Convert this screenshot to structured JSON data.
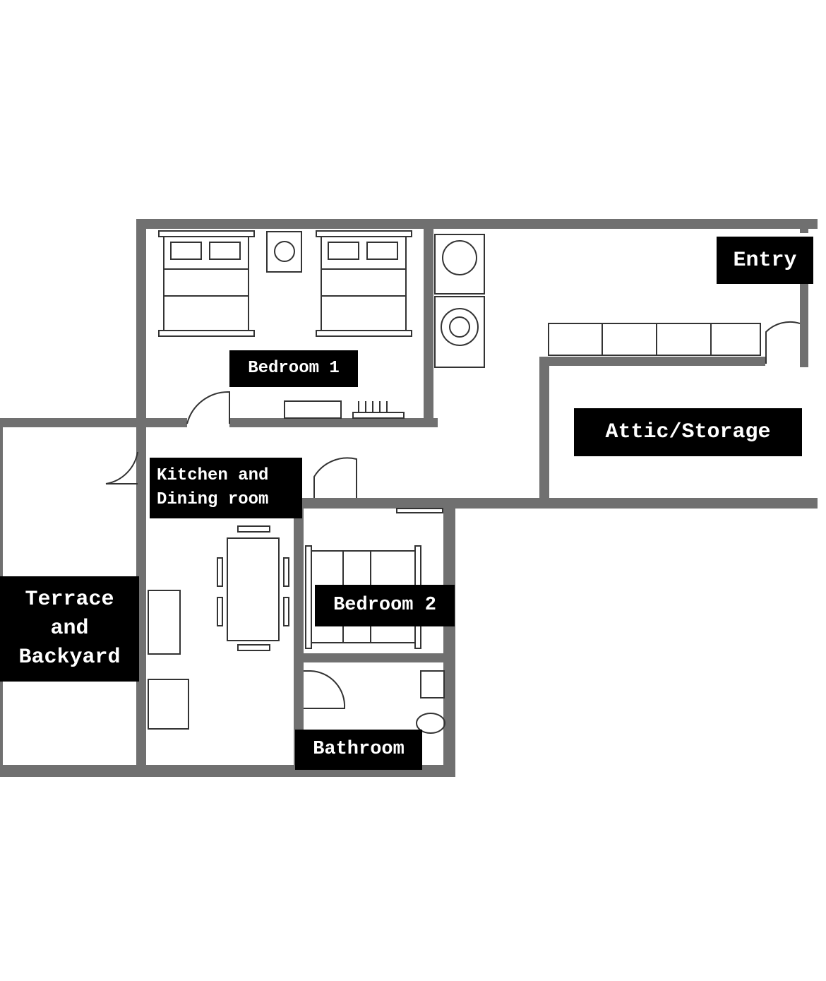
{
  "title": "Floor plan",
  "rooms": {
    "entry": "Entry",
    "bedroom1": "Bedroom 1",
    "attic": "Attic/Storage",
    "kitchen": "Kitchen and\nDining room",
    "terrace": "Terrace\nand\nBackyard",
    "bedroom2": "Bedroom 2",
    "bathroom": "Bathroom"
  },
  "colors": {
    "wall": "#707070",
    "label_bg": "#000000",
    "label_text": "#ffffff"
  }
}
